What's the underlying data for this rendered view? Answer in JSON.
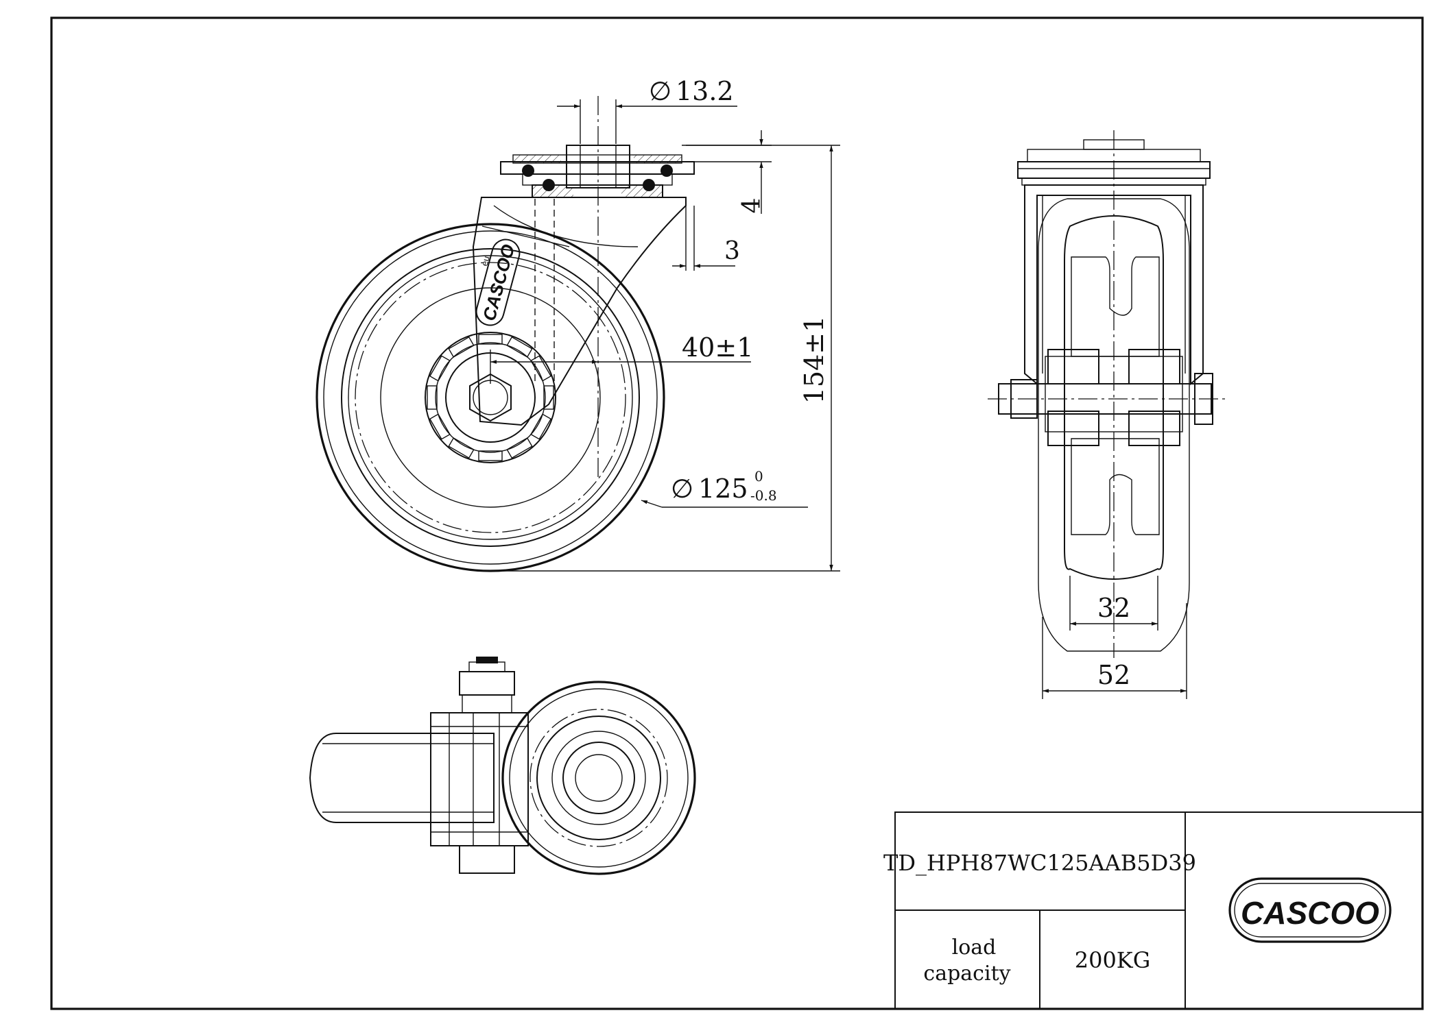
{
  "dimensions": {
    "bore": "13.2",
    "top_plate_thickness": "4",
    "offset_small": "3",
    "swivel_offset": "40±1",
    "overall_height": "154±1",
    "wheel_diameter": "125",
    "wheel_tol_upper": "0",
    "wheel_tol_lower": "-0.8",
    "hub_width": "32",
    "overall_width": "52",
    "diameter_symbol": "∅"
  },
  "title_block": {
    "drawing_number": "TD_HPH87WC125AAB5D39",
    "load_label_line1": "load",
    "load_label_line2": "capacity",
    "load_value": "200KG"
  },
  "logo": {
    "brand": "CASCOO",
    "badge": "eu"
  }
}
